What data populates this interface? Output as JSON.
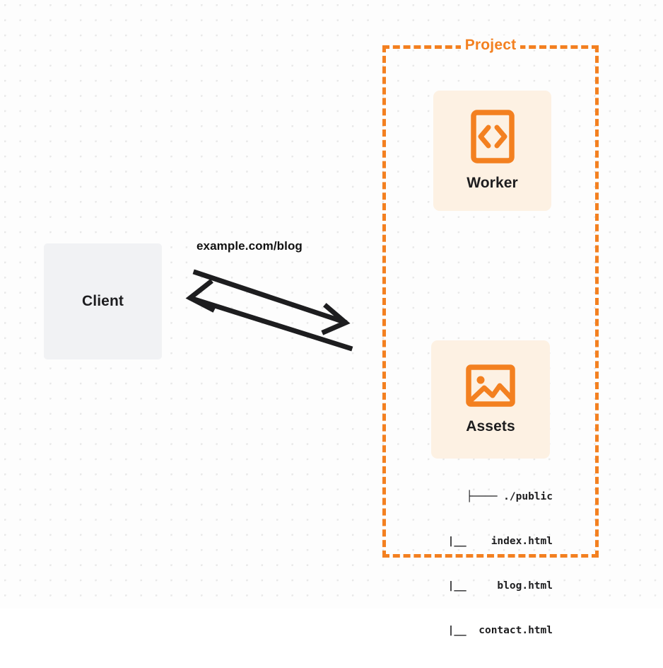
{
  "diagram": {
    "title_visible": false,
    "background": {
      "color": "#fdfdfd",
      "dot_color": "#e8e8e8",
      "style": "dot-grid"
    },
    "colors": {
      "accent_orange": "#f38020",
      "card_cream": "#fdf1e3",
      "client_gray": "#f1f2f4",
      "text_dark": "#1d1d1f"
    },
    "client": {
      "label": "Client"
    },
    "project": {
      "label": "Project",
      "border_style": "dashed",
      "border_color": "#f38020"
    },
    "services": [
      {
        "id": "worker",
        "label": "Worker",
        "icon": "code-brackets-icon"
      },
      {
        "id": "assets",
        "label": "Assets",
        "icon": "image-icon"
      }
    ],
    "connector": {
      "label": "example.com/blog",
      "arrow_color": "#1d1d1f",
      "directions": [
        "request-right",
        "response-left"
      ]
    },
    "file_tree": {
      "rows": [
        "├──── ./public",
        "|__    index.html",
        "|__     blog.html",
        "|__  contact.html"
      ]
    }
  }
}
